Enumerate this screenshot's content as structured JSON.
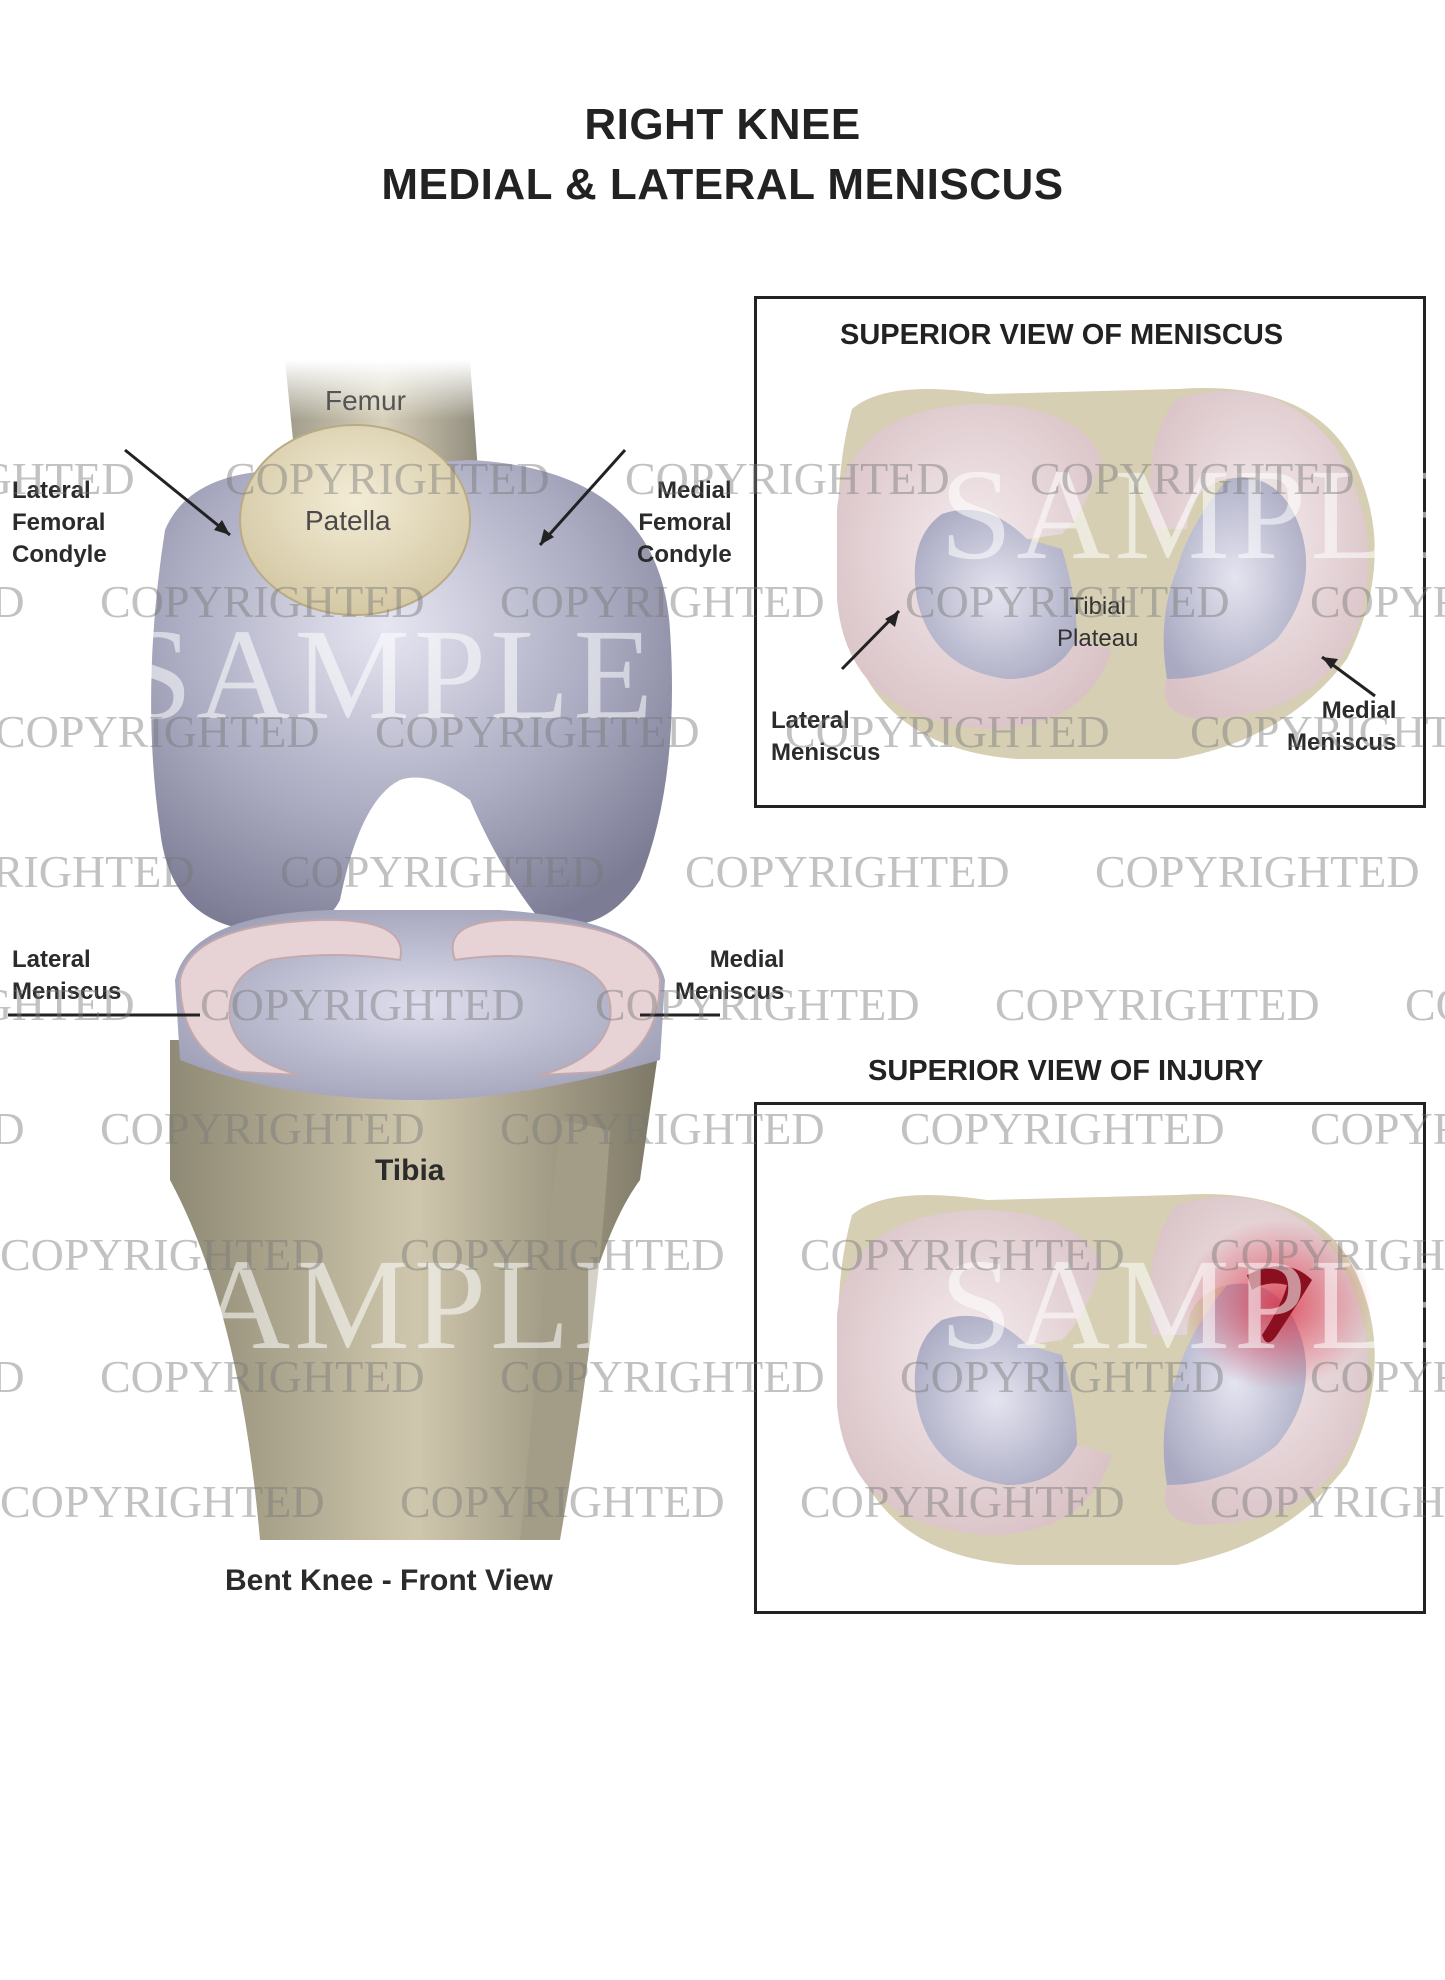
{
  "title": {
    "line1": "RIGHT KNEE",
    "line2": "MEDIAL & LATERAL MENISCUS"
  },
  "knee_front": {
    "femur": "Femur",
    "patella": "Patella",
    "lateral_femoral_condyle": [
      "Lateral",
      "Femoral",
      "Condyle"
    ],
    "medial_femoral_condyle": [
      "Medial",
      "Femoral",
      "Condyle"
    ],
    "lateral_meniscus": [
      "Lateral",
      "Meniscus"
    ],
    "medial_meniscus": [
      "Medial",
      "Meniscus"
    ],
    "tibia": "Tibia",
    "caption": "Bent Knee - Front View"
  },
  "superior_meniscus": {
    "title": "SUPERIOR VIEW OF MENISCUS",
    "tibial_plateau": [
      "Tibial",
      "Plateau"
    ],
    "lateral_meniscus": [
      "Lateral",
      "Meniscus"
    ],
    "medial_meniscus": [
      "Medial",
      "Meniscus"
    ]
  },
  "superior_injury": {
    "title": "SUPERIOR VIEW OF INJURY"
  },
  "watermark": {
    "word": "COPYRIGHTED",
    "sample": "SAMPLE"
  },
  "colors": {
    "bone": "#c9c0a4",
    "cartilage": "#b3b3c6",
    "meniscus": "#e9d6d8",
    "injury": "#d9364a"
  }
}
